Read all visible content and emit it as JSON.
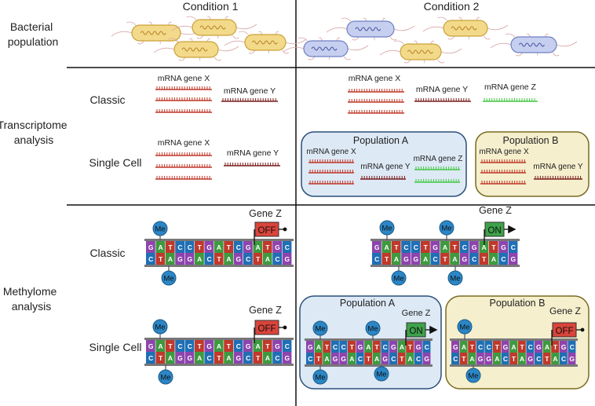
{
  "columns": {
    "left": "Condition 1",
    "right": "Condition 2"
  },
  "rows": {
    "bacterial_population": "Bacterial population",
    "transcriptome": "Transcriptome analysis",
    "methylome": "Methylome analysis"
  },
  "subrows": {
    "classic": "Classic",
    "single_cell": "Single Cell"
  },
  "mrna": {
    "x": "mRNA gene X",
    "y": "mRNA gene Y",
    "z": "mRNA gene Z"
  },
  "populations": {
    "a": "Population A",
    "b": "Population B"
  },
  "gene_label": "Gene Z",
  "switch": {
    "off": "OFF",
    "on": "ON"
  },
  "methyl_mark": "Me",
  "dna": {
    "top_strand": [
      "G",
      "A",
      "T",
      "C",
      "C",
      "T",
      "G",
      "A",
      "T",
      "C",
      "G",
      "A",
      "T",
      "G",
      "C"
    ],
    "bottom_strand": [
      "C",
      "T",
      "A",
      "G",
      "G",
      "A",
      "C",
      "T",
      "A",
      "G",
      "C",
      "T",
      "A",
      "C",
      "G"
    ]
  },
  "colors": {
    "base_A": "#3e9a3e",
    "base_T": "#c0392b",
    "base_G": "#8e44ad",
    "base_C": "#1f6fb5",
    "mrna_x": "#c0392b",
    "mrna_y": "#7a1f1f",
    "mrna_z": "#44c744",
    "pop_a_fill": "#dde9f5",
    "pop_b_fill": "#f5efcd",
    "methyl": "#2b86c5",
    "off": "#d9443b",
    "on": "#3ea24a"
  }
}
